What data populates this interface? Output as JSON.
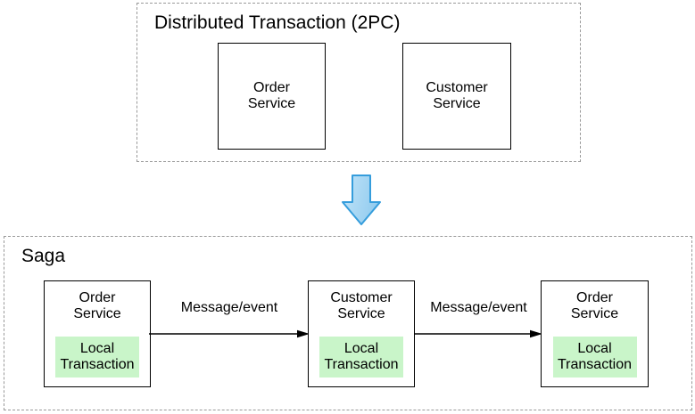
{
  "diagram": {
    "top_section": {
      "title": "Distributed Transaction (2PC)",
      "boxes": [
        {
          "label": "Order\nService"
        },
        {
          "label": "Customer\nService"
        }
      ]
    },
    "transition": {
      "icon": "down-arrow-icon"
    },
    "saga_section": {
      "title": "Saga",
      "boxes": [
        {
          "label": "Order\nService",
          "sub_label": "Local\nTransaction"
        },
        {
          "label": "Customer\nService",
          "sub_label": "Local\nTransaction"
        },
        {
          "label": "Order\nService",
          "sub_label": "Local\nTransaction"
        }
      ],
      "arrows": [
        {
          "label": "Message/event"
        },
        {
          "label": "Message/event"
        }
      ]
    },
    "colors": {
      "local_transaction_bg": "#c9f5c9",
      "down_arrow_fill": "#a0d4f1",
      "down_arrow_fill_light": "#c2e4f8",
      "down_arrow_stroke": "#359ddc",
      "dashed_border": "#999999",
      "solid_border": "#000000",
      "arrow_line": "#000000"
    }
  }
}
